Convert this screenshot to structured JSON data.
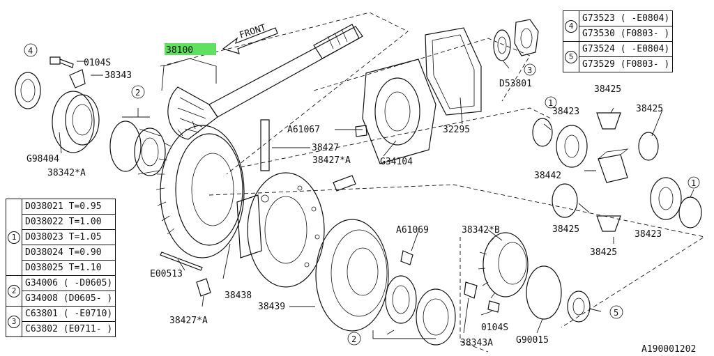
{
  "callouts": {
    "main_shaft": "38100",
    "front": "FRONT",
    "bolt_top": "0104S",
    "clip_top": "38343",
    "seal_left": "G98404",
    "bearing_left": "38342*A",
    "bearing_pair_left": "2",
    "seal_top_left_num": "4",
    "seal_right_num": "3",
    "nut": "D53801",
    "bolt_a61067": "A61067",
    "gasket": "32295",
    "cover": "G34104",
    "pin": "38427",
    "pin_a": "38427*A",
    "gear_38425_top": "38425",
    "gear_38423_top": "38423",
    "gear_38425_right": "38425",
    "washer_1_top": "1",
    "cross": "38442",
    "gear_38425_left": "38425",
    "gear_38423_bottom": "38423",
    "gear_38425_bottom": "38425",
    "washer_1_right": "1",
    "bolt_a61069": "A61069",
    "bearing_b": "38342*B",
    "e_pin": "E00513",
    "case": "38438",
    "ring_gear": "38439",
    "pin_a_bottom": "38427*A",
    "bearing_pair_bottom": "2",
    "clip_bottom": "38343A",
    "bolt_bottom": "0104S",
    "oring": "G90015",
    "seal_bottom_num": "5",
    "figure_code": "A190001202"
  },
  "table_left": {
    "groups": [
      {
        "num": "1",
        "rows": [
          "D038021 T=0.95",
          "D038022 T=1.00",
          "D038023 T=1.05",
          "D038024 T=0.90",
          "D038025 T=1.10"
        ]
      },
      {
        "num": "2",
        "rows": [
          "G34006 ( -D0605)",
          "G34008 (D0605- )"
        ]
      },
      {
        "num": "3",
        "rows": [
          "C63801 ( -E0710)",
          "C63802 (E0711- )"
        ]
      }
    ]
  },
  "table_right": {
    "groups": [
      {
        "num": "4",
        "rows": [
          "G73523 ( -E0804)",
          "G73530 (F0803- )"
        ]
      },
      {
        "num": "5",
        "rows": [
          "G73524 ( -E0804)",
          "G73529 (F0803- )"
        ]
      }
    ]
  }
}
